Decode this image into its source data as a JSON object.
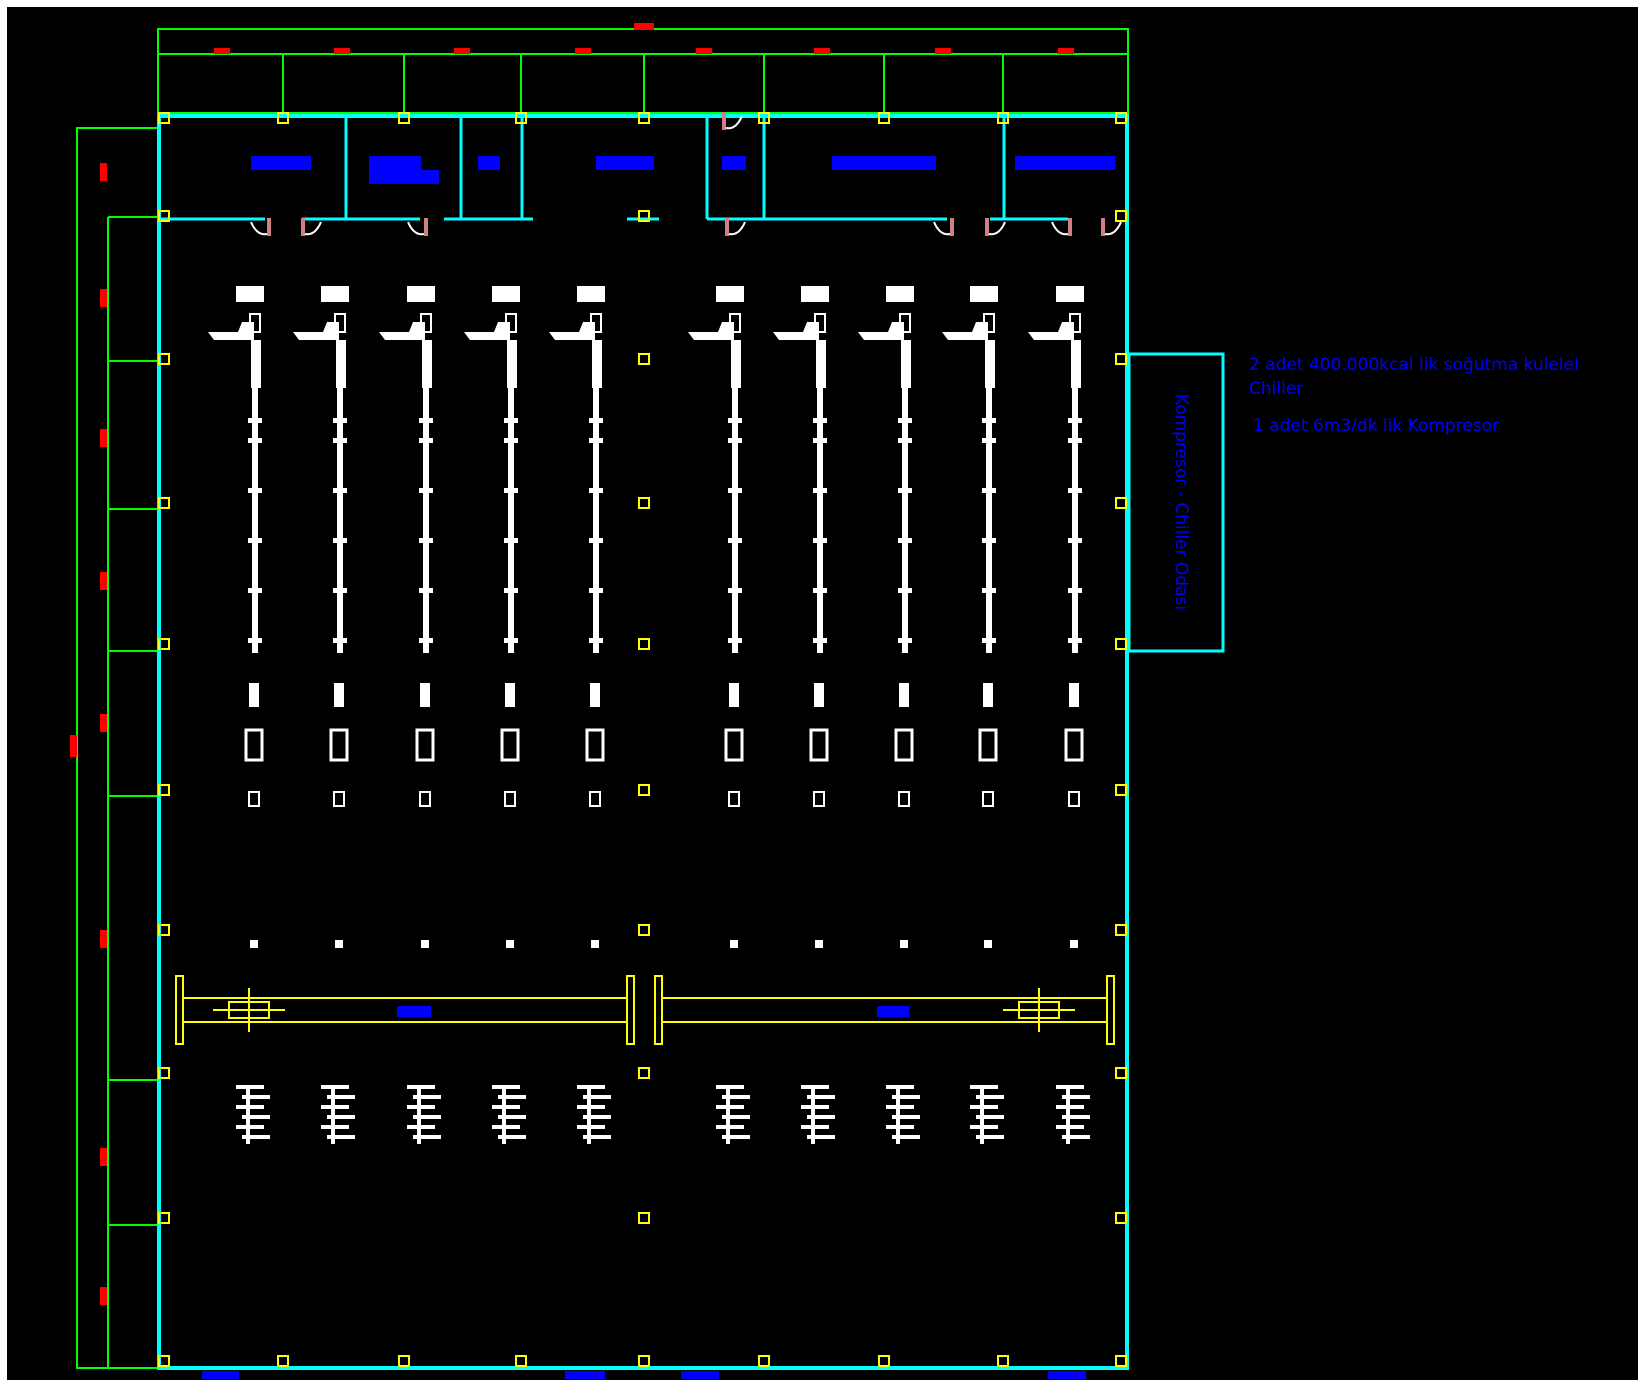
{
  "colors": {
    "background": "#000000",
    "page_border": "#ffffff",
    "building_wall": "#00ffff",
    "green_frame": "#00ff00",
    "column": "#ffff00",
    "red_mark": "#ff0000",
    "blue_block": "#0000ff",
    "machine": "#ffffff",
    "door": "#d08080",
    "annotation_text": "#0000ff"
  },
  "annotations": {
    "room_label": "Kompresor - Chiller Odası",
    "equipment_line_1": "2 adet 400.000kcal lik soğutma kulelel",
    "equipment_line_2": "Chiller",
    "equipment_line_3": "1 adet 6m3/dk lik Kompresor"
  },
  "icons": {
    "machine_line": "production-line-machine-icon",
    "column": "structural-column-icon",
    "door": "door-swing-icon",
    "crane": "overhead-crane-icon"
  },
  "production_lines": {
    "count": 10,
    "groups": 2
  }
}
